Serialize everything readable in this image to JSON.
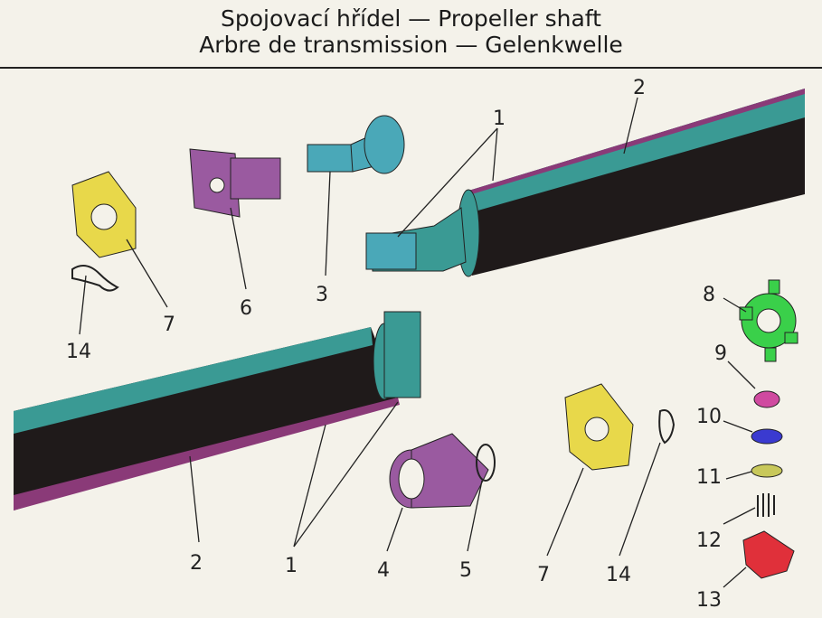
{
  "title": {
    "line1": "Spojovací hřídel — Propeller shaft",
    "line2": "Arbre de transmission — Gelenkwelle"
  },
  "callouts": {
    "shaft_top": "2",
    "tube_top": "1",
    "stub_3": "3",
    "flange_6": "6",
    "joint_7_top": "7",
    "clip_14_top": "14",
    "cross_8": "8",
    "bush_9": "9",
    "washer_10": "10",
    "ring_11": "11",
    "pins_12": "12",
    "key_13": "13",
    "shaft_bottom": "2",
    "tube_bottom": "1",
    "sleeve_4": "4",
    "ring_5": "5",
    "joint_7_bottom": "7",
    "clip_14_bottom": "14"
  },
  "colors": {
    "tube": "#1f1a1a",
    "stripe": "#3a9a94",
    "edge": "#8a3a78",
    "yellow": "#e8d84a",
    "purple": "#9a5aa0",
    "teal": "#4aa8b8",
    "green": "#3ad04a",
    "pink": "#d04aa0",
    "blue": "#3a3ad0",
    "olive": "#c8c85a",
    "red": "#e0303a"
  }
}
